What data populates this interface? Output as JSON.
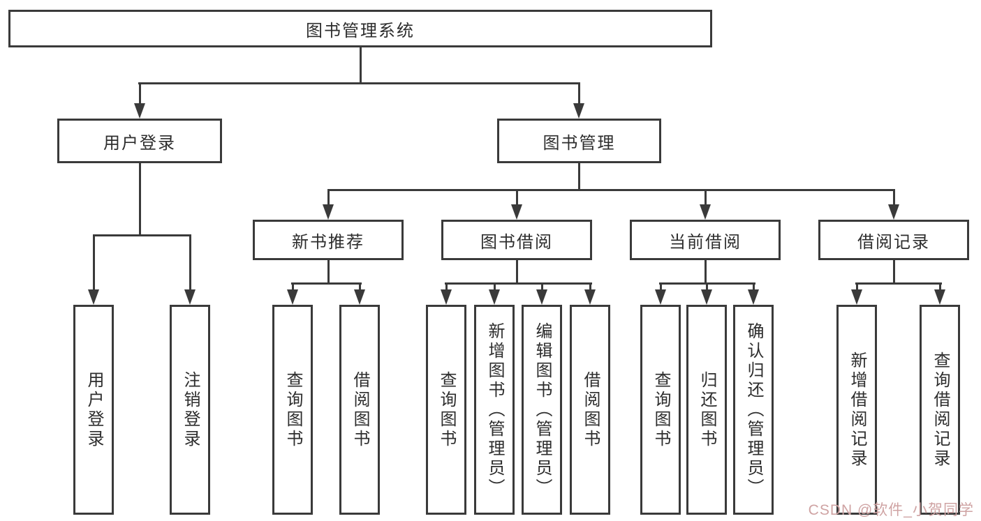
{
  "diagram": {
    "root": {
      "label": "图书管理系统"
    },
    "branches": [
      {
        "label": "用户登录",
        "children": [
          {
            "label": "用户登录"
          },
          {
            "label": "注销登录"
          }
        ]
      },
      {
        "label": "图书管理",
        "children": [
          {
            "label": "新书推荐",
            "children": [
              {
                "label": "查询图书"
              },
              {
                "label": "借阅图书"
              }
            ]
          },
          {
            "label": "图书借阅",
            "children": [
              {
                "label": "查询图书"
              },
              {
                "label": "新增图书（管理员）"
              },
              {
                "label": "编辑图书（管理员）"
              },
              {
                "label": "借阅图书"
              }
            ]
          },
          {
            "label": "当前借阅",
            "children": [
              {
                "label": "查询图书"
              },
              {
                "label": "归还图书"
              },
              {
                "label": "确认归还（管理员）"
              }
            ]
          },
          {
            "label": "借阅记录",
            "children": [
              {
                "label": "新增借阅记录"
              },
              {
                "label": "查询借阅记录"
              }
            ]
          }
        ]
      }
    ]
  },
  "watermark": {
    "text": "CSDN @软件_小贺同学",
    "color": "#cfa3a3"
  },
  "colors": {
    "line": "#3a3a3a",
    "text": "#2d2d2d",
    "background": "#ffffff"
  }
}
